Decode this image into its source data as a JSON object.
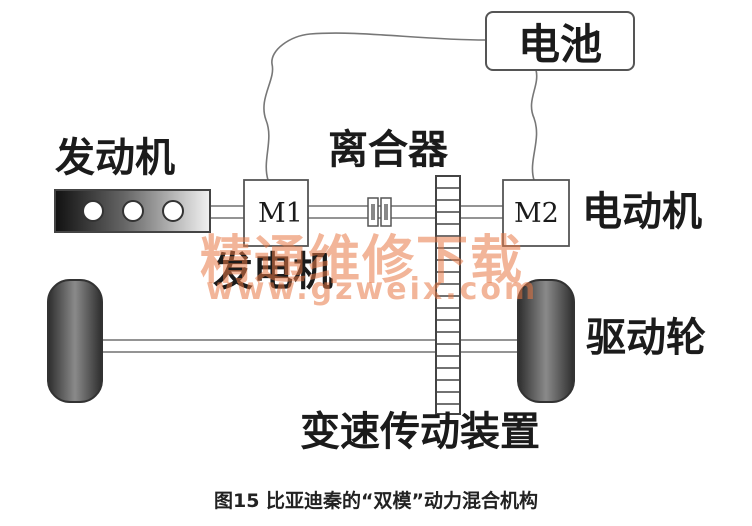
{
  "diagram": {
    "labels": {
      "battery": "电池",
      "engine": "发动机",
      "clutch": "离合器",
      "electric_motor": "电动机",
      "generator": "发电机",
      "drive_wheel": "驱动轮",
      "transmission": "变速传动装置"
    },
    "motors": {
      "m1": "M1",
      "m2": "M2"
    },
    "watermark": {
      "text": "精通维修下载",
      "url": "www.gzweix.com"
    },
    "caption": "图15 比亚迪秦的“双模”动力混合机构",
    "colors": {
      "line": "#555555",
      "box_fill": "#ffffff",
      "wheel_dark": "#3a3a3a",
      "watermark": "#e87846"
    }
  }
}
